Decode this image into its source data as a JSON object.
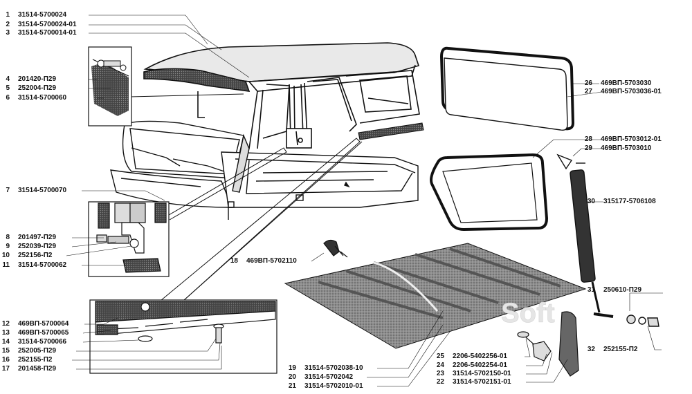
{
  "parts": [
    {
      "num": "1",
      "code": "31514-5700024"
    },
    {
      "num": "2",
      "code": "31514-5700024-01"
    },
    {
      "num": "3",
      "code": "31514-5700014-01"
    },
    {
      "num": "4",
      "code": "201420-П29"
    },
    {
      "num": "5",
      "code": "252004-П29"
    },
    {
      "num": "6",
      "code": "31514-5700060"
    },
    {
      "num": "7",
      "code": "31514-5700070"
    },
    {
      "num": "8",
      "code": "201497-П29"
    },
    {
      "num": "9",
      "code": "252039-П29"
    },
    {
      "num": "10",
      "code": "252156-П2"
    },
    {
      "num": "11",
      "code": "31514-5700062"
    },
    {
      "num": "12",
      "code": "469ВП-5700064"
    },
    {
      "num": "13",
      "code": "469ВП-5700065"
    },
    {
      "num": "14",
      "code": "31514-5700066"
    },
    {
      "num": "15",
      "code": "252005-П29"
    },
    {
      "num": "16",
      "code": "252155-П2"
    },
    {
      "num": "17",
      "code": "201458-П29"
    },
    {
      "num": "18",
      "code": "469ВП-5702110"
    },
    {
      "num": "19",
      "code": "31514-5702038-10"
    },
    {
      "num": "20",
      "code": "31514-5702042"
    },
    {
      "num": "21",
      "code": "31514-5702010-01"
    },
    {
      "num": "22",
      "code": "31514-5702151-01"
    },
    {
      "num": "23",
      "code": "31514-5702150-01"
    },
    {
      "num": "24",
      "code": "2206-5402254-01"
    },
    {
      "num": "25",
      "code": "2206-5402256-01"
    },
    {
      "num": "26",
      "code": "469ВП-5703030"
    },
    {
      "num": "27",
      "code": "469ВП-5703036-01"
    },
    {
      "num": "28",
      "code": "469ВП-5703012-01"
    },
    {
      "num": "29",
      "code": "469ВП-5703010"
    },
    {
      "num": "30",
      "code": "315177-5706108"
    },
    {
      "num": "31",
      "code": "250610-П29"
    },
    {
      "num": "32",
      "code": "252155-П2"
    }
  ],
  "watermark": "Soft",
  "colors": {
    "ink": "#111111",
    "shade": "#7a7a7a",
    "lightShade": "#c8c8c8",
    "mat": "#9a9a9a"
  }
}
